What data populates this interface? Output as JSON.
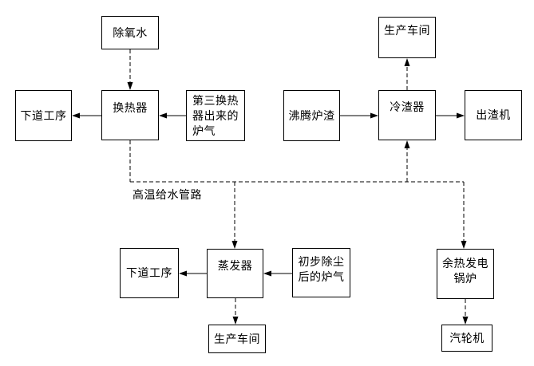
{
  "diagram": {
    "type": "flowchart",
    "colors": {
      "background": "#ffffff",
      "line": "#000000",
      "text": "#000000"
    },
    "boxes": {
      "deoxygenated_water": "除氧水",
      "next_process_top": "下道工序",
      "heat_exchanger": "换热器",
      "gas_from_third_exchanger": "第三换热\n器出来的\n炉气",
      "fluidized_furnace_slag": "沸腾炉渣",
      "slag_cooler": "冷渣器",
      "slag_discharger": "出渣机",
      "production_workshop_top": "生产车间",
      "next_process_bottom": "下道工序",
      "evaporator": "蒸发器",
      "gas_after_preliminary_dedusting": "初步除尘\n后的炉气",
      "production_workshop_bottom": "生产车间",
      "waste_heat_power_boiler": "余热发电\n锅炉",
      "steam_turbine": "汽轮机"
    },
    "labels": {
      "pipeline": "高温给水管路"
    },
    "edges": [
      {
        "from": "除氧水",
        "to": "换热器",
        "style": "dashed"
      },
      {
        "from": "第三换热器出来的炉气",
        "to": "换热器",
        "style": "solid"
      },
      {
        "from": "换热器",
        "to": "下道工序",
        "style": "solid"
      },
      {
        "from": "换热器",
        "to": "高温给水管路",
        "style": "dashed"
      },
      {
        "from": "高温给水管路",
        "to": "冷渣器",
        "style": "dashed"
      },
      {
        "from": "高温给水管路",
        "to": "蒸发器",
        "style": "dashed"
      },
      {
        "from": "高温给水管路",
        "to": "余热发电锅炉",
        "style": "dashed"
      },
      {
        "from": "沸腾炉渣",
        "to": "冷渣器",
        "style": "solid"
      },
      {
        "from": "冷渣器",
        "to": "出渣机",
        "style": "solid"
      },
      {
        "from": "冷渣器",
        "to": "生产车间",
        "style": "dashed"
      },
      {
        "from": "初步除尘后的炉气",
        "to": "蒸发器",
        "style": "solid"
      },
      {
        "from": "蒸发器",
        "to": "下道工序",
        "style": "solid"
      },
      {
        "from": "蒸发器",
        "to": "生产车间",
        "style": "dashed"
      },
      {
        "from": "余热发电锅炉",
        "to": "汽轮机",
        "style": "dashed"
      }
    ]
  }
}
